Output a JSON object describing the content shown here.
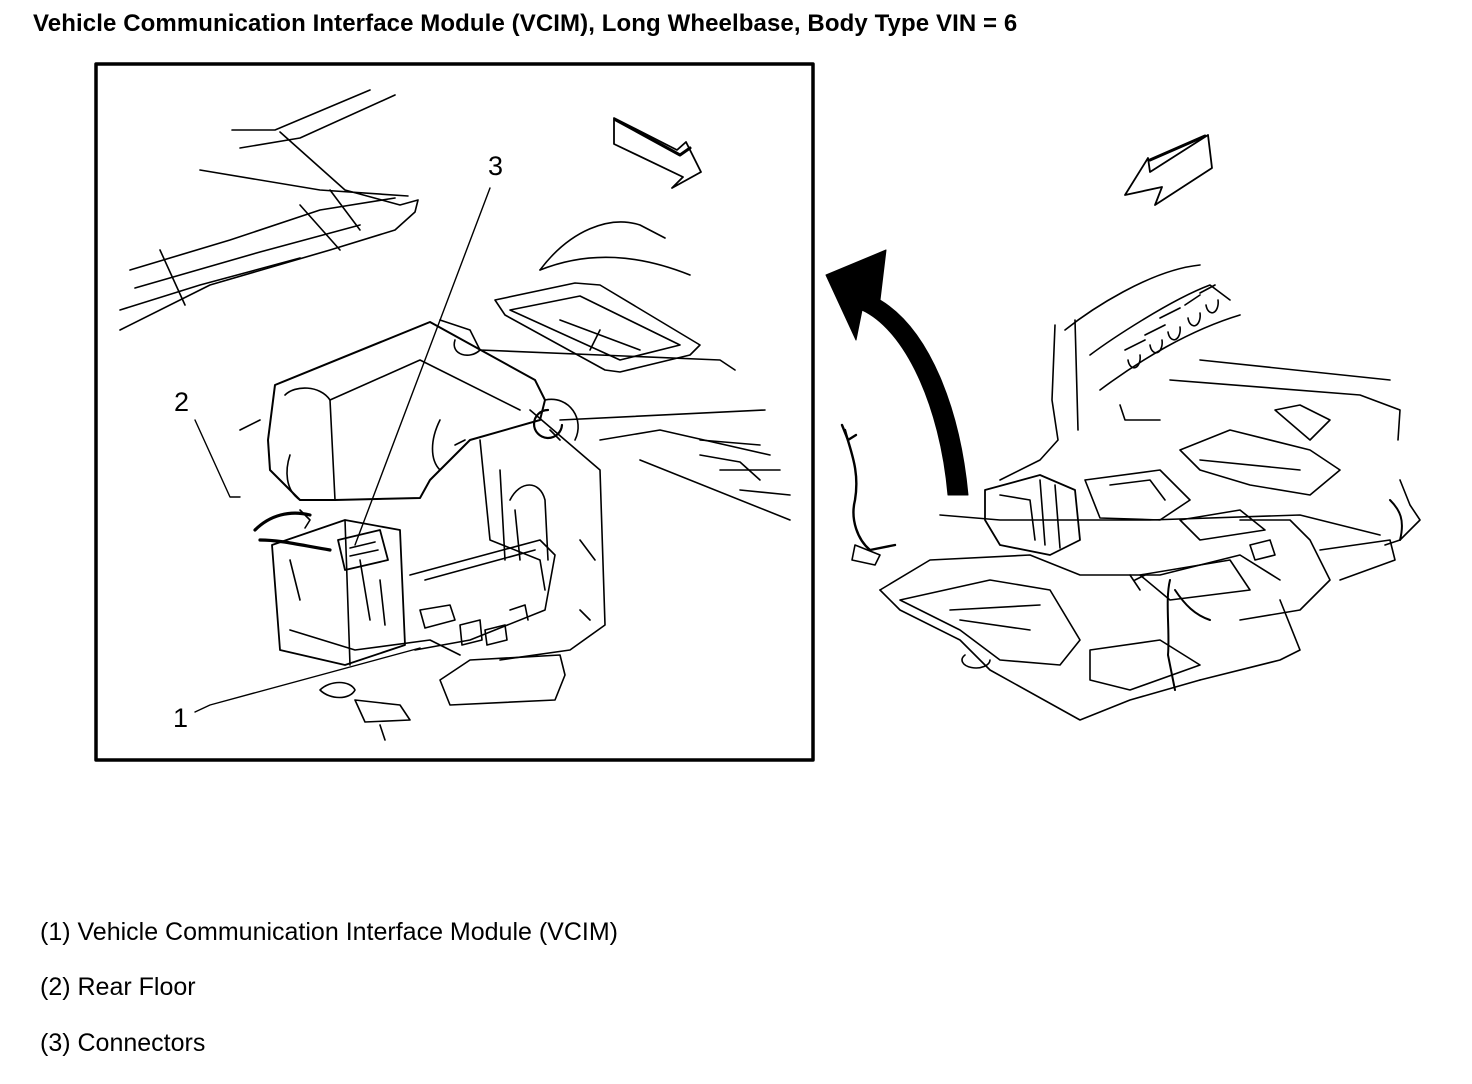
{
  "title": "Vehicle Communication Interface Module (VCIM), Long Wheelbase, Body Type VIN = 6",
  "callouts": {
    "c1": "1",
    "c2": "2",
    "c3": "3"
  },
  "legend": [
    {
      "text": "(1) Vehicle Communication Interface Module (VCIM)"
    },
    {
      "text": "(2) Rear Floor"
    },
    {
      "text": "(3) Connectors"
    }
  ]
}
